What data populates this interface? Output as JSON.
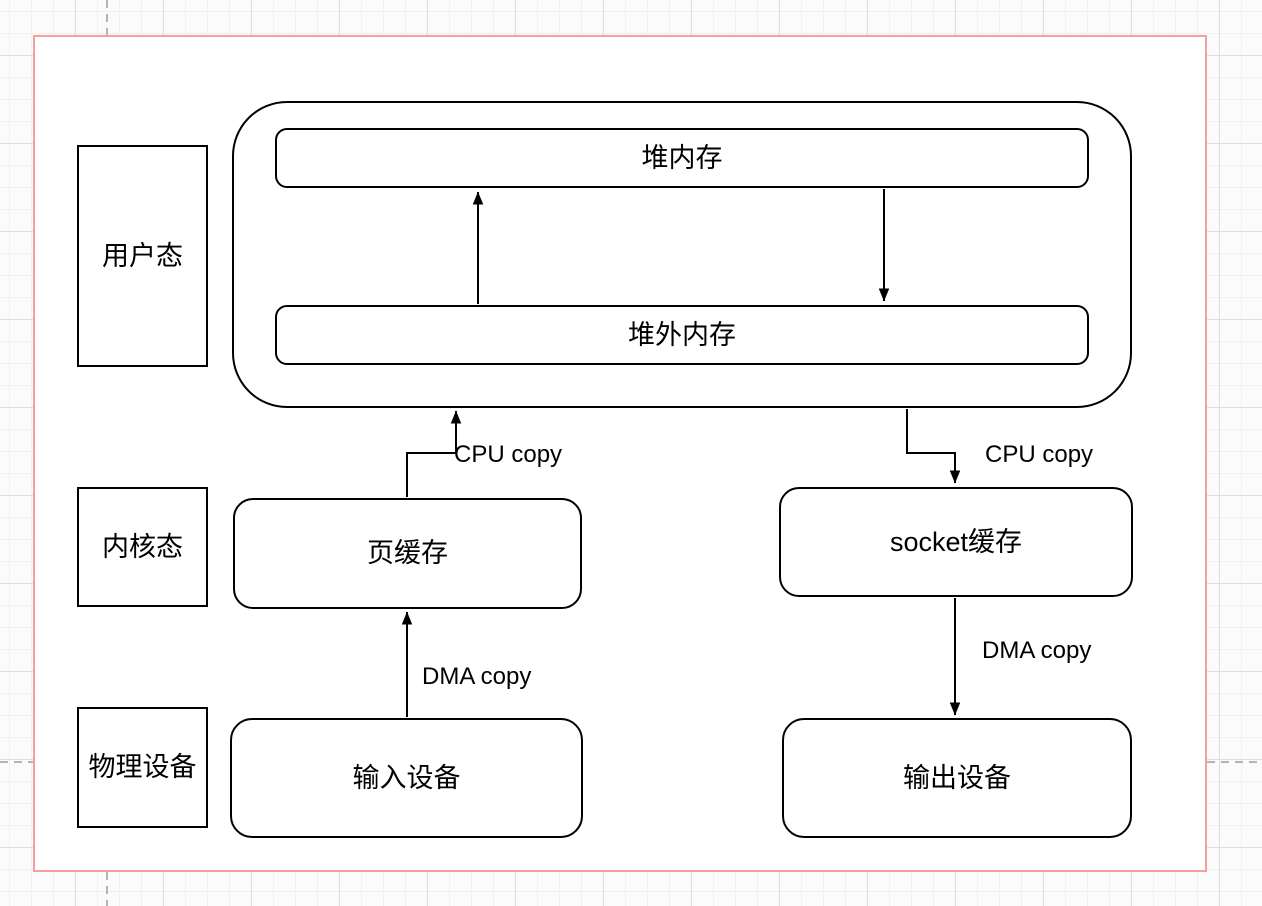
{
  "colors": {
    "canvas_border": "#f4a09e",
    "shape_stroke": "#000000",
    "shape_fill": "#ffffff",
    "guide": "#b4b4b4"
  },
  "lanes": {
    "user_mode": {
      "label": "用户态"
    },
    "kernel_mode": {
      "label": "内核态"
    },
    "physical_device": {
      "label": "物理设备"
    }
  },
  "nodes": {
    "heap_memory": {
      "label": "堆内存"
    },
    "off_heap_memory": {
      "label": "堆外内存"
    },
    "page_cache": {
      "label": "页缓存"
    },
    "socket_buffer": {
      "label": "socket缓存"
    },
    "input_device": {
      "label": "输入设备"
    },
    "output_device": {
      "label": "输出设备"
    }
  },
  "edges": [
    {
      "from": "off_heap_memory",
      "to": "heap_memory",
      "label": ""
    },
    {
      "from": "heap_memory",
      "to": "off_heap_memory",
      "label": ""
    },
    {
      "from": "page_cache",
      "to": "user_space_container",
      "label": "CPU copy"
    },
    {
      "from": "user_space_container",
      "to": "socket_buffer",
      "label": "CPU copy"
    },
    {
      "from": "input_device",
      "to": "page_cache",
      "label": "DMA copy"
    },
    {
      "from": "socket_buffer",
      "to": "output_device",
      "label": "DMA copy"
    }
  ]
}
